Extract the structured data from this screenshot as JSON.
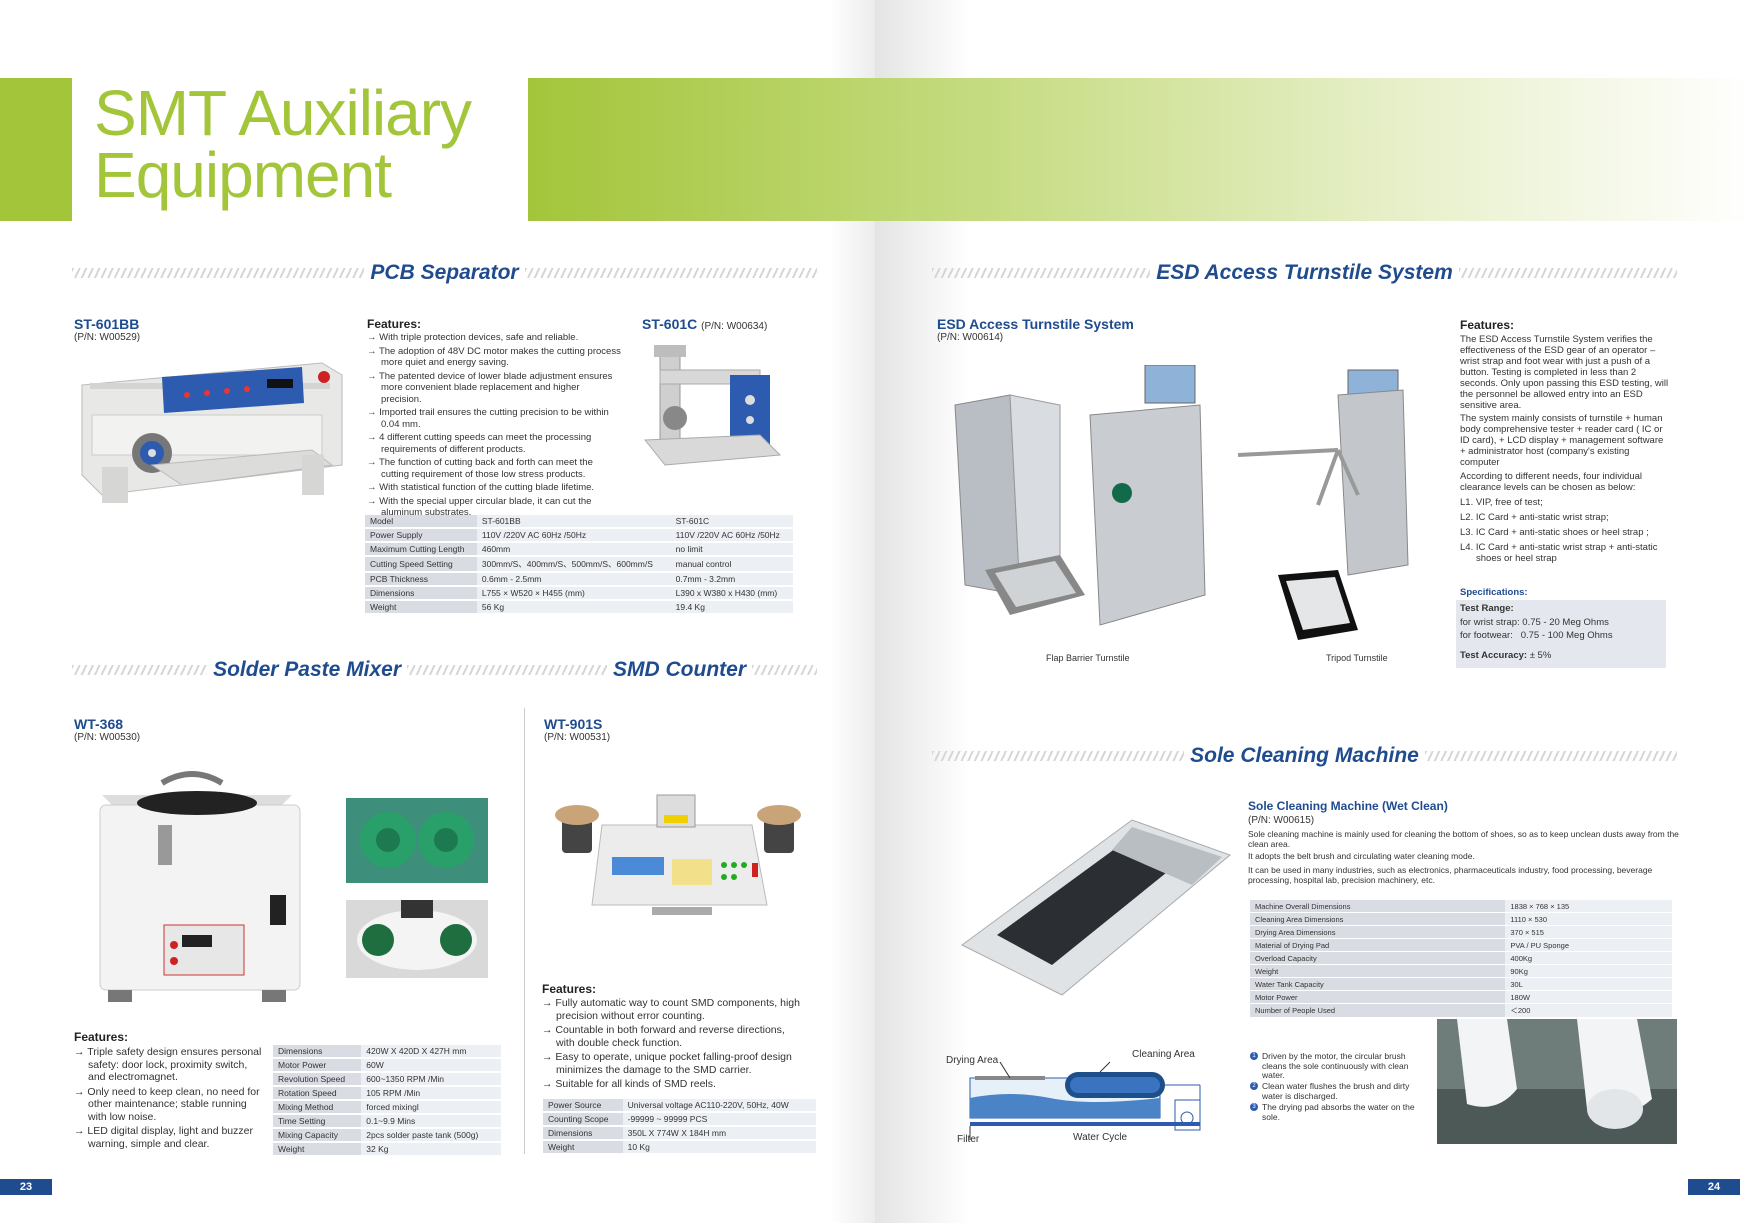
{
  "banner": {
    "title_line1": "SMT Auxiliary",
    "title_line2": "Equipment"
  },
  "page_numbers": {
    "left": "23",
    "right": "24"
  },
  "pcb_separator": {
    "section_title": "PCB Separator",
    "model_a": {
      "name": "ST-601BB",
      "pn": "(P/N: W00529)"
    },
    "model_b": {
      "name": "ST-601C",
      "pn": "(P/N: W00634)"
    },
    "features_title": "Features:",
    "features": [
      "With triple protection devices, safe and reliable.",
      "The adoption of 48V DC motor makes the cutting process more quiet and energy saving.",
      "The patented device of lower blade adjustment ensures more convenient blade replacement and higher precision.",
      "Imported trail ensures the cutting precision to be within 0.04 mm.",
      "4 different cutting speeds can meet the processing requirements of different products.",
      "The function of cutting back and forth can meet the cutting requirement of those low stress products.",
      "With statistical function of the cutting blade lifetime.",
      "With the special upper circular blade, it can cut the aluminum substrates."
    ],
    "spec_rows": [
      [
        "Model",
        "ST-601BB",
        "ST-601C"
      ],
      [
        "Power Supply",
        "110V /220V  AC 60Hz /50Hz",
        "110V /220V  AC 60Hz /50Hz"
      ],
      [
        "Maximum Cutting Length",
        "460mm",
        "no limit"
      ],
      [
        "Cutting Speed Setting",
        "300mm/S、400mm/S、500mm/S、600mm/S",
        "manual control"
      ],
      [
        "PCB Thickness",
        "0.6mm - 2.5mm",
        "0.7mm - 3.2mm"
      ],
      [
        "Dimensions",
        "L755 × W520 × H455 (mm)",
        "L390 x W380 x H430 (mm)"
      ],
      [
        "Weight",
        "56 Kg",
        "19.4 Kg"
      ]
    ]
  },
  "solder_paste_mixer": {
    "section_title": "Solder Paste Mixer",
    "model": {
      "name": "WT-368",
      "pn": "(P/N: W00530)"
    },
    "features_title": "Features:",
    "features": [
      "Triple safety design ensures personal safety: door lock, proximity switch, and electromagnet.",
      "Only need to keep clean, no need for other maintenance; stable running with low noise.",
      "LED digital display, light and buzzer warning, simple and clear."
    ],
    "spec_rows": [
      [
        "Dimensions",
        "420W X 420D X 427H mm"
      ],
      [
        "Motor Power",
        "60W"
      ],
      [
        "Revolution Speed",
        "600~1350 RPM /Min"
      ],
      [
        "Rotation Speed",
        "105 RPM /Min"
      ],
      [
        "Mixing Method",
        "forced mixingl"
      ],
      [
        "Time Setting",
        "0.1~9.9 Mins"
      ],
      [
        "Mixing Capacity",
        "2pcs  solder paste tank (500g)"
      ],
      [
        "Weight",
        "32 Kg"
      ]
    ]
  },
  "smd_counter": {
    "section_title": "SMD Counter",
    "model": {
      "name": "WT-901S",
      "pn": "(P/N: W00531)"
    },
    "features_title": "Features:",
    "features": [
      "Fully automatic way to count SMD components, high precision without error counting.",
      "Countable in both forward and reverse directions, with double check function.",
      "Easy to operate, unique pocket falling-proof design minimizes the damage to the SMD carrier.",
      "Suitable for all kinds of SMD reels."
    ],
    "spec_rows": [
      [
        "Power Source",
        "Universal voltage AC110-220V, 50Hz, 40W"
      ],
      [
        "Counting Scope",
        "-99999 ~ 99999 PCS"
      ],
      [
        "Dimensions",
        "350L X 774W X 184H mm"
      ],
      [
        "Weight",
        "10 Kg"
      ]
    ]
  },
  "esd_turnstile": {
    "section_title": "ESD Access Turnstile System",
    "model": {
      "name": "ESD Access Turnstile System",
      "pn": "(P/N: W00614)"
    },
    "caption_left": "Flap Barrier Turnstile",
    "caption_right": "Tripod Turnstile",
    "features_title": "Features:",
    "paragraphs": [
      "The ESD Access Turnstile System verifies the effectiveness of the ESD gear of an operator – wrist strap and foot wear with just a push of a button. Testing is completed in less than 2 seconds. Only upon passing this ESD testing, will the personnel be allowed entry into an ESD sensitive area.",
      "The system mainly consists of turnstile + human body comprehensive tester + reader card ( IC or ID card), + LCD display + management software + administrator host (company's existing computer",
      " According to different needs, four  individual clearance levels can be chosen as below:",
      "L1. VIP, free of test;",
      "L2. IC Card + anti-static wrist strap;",
      "L3. IC Card + anti-static shoes or heel strap ;",
      "L4. IC Card + anti-static wrist strap + anti-static shoes or heel strap"
    ],
    "spec_title": "Specifications:",
    "test_range_label": "Test Range:",
    "wrist": "for wrist strap: 0.75 - 20 Meg Ohms",
    "foot": "for footwear:   0.75 - 100 Meg Ohms",
    "accuracy_label": "Test Accuracy:",
    "accuracy_value": "± 5%"
  },
  "sole_cleaning": {
    "section_title": "Sole Cleaning Machine",
    "model": {
      "name": "Sole Cleaning Machine (Wet Clean)",
      "pn": "(P/N: W00615)"
    },
    "paragraphs": [
      "Sole cleaning machine is mainly used for cleaning the bottom of shoes, so as to keep unclean dusts away from the clean area.",
      "It adopts the belt brush and circulating water cleaning mode.",
      "It can be used in many industries, such as electronics, pharmaceuticals industry, food processing, beverage processing, hospital lab, precision machinery, etc."
    ],
    "spec_rows": [
      [
        "Machine Overall Dimensions",
        "1838 × 768 × 135"
      ],
      [
        "Cleaning Area Dimensions",
        "1110 × 530"
      ],
      [
        "Drying Area Dimensions",
        "370 × 515"
      ],
      [
        "Material of Drying Pad",
        "PVA / PU Sponge"
      ],
      [
        "Overload Capacity",
        "400Kg"
      ],
      [
        "Weight",
        "90Kg"
      ],
      [
        "Water Tank Capacity",
        "30L"
      ],
      [
        "Motor Power",
        "180W"
      ],
      [
        "Number of People Used",
        "＜200"
      ]
    ],
    "diagram": {
      "drying_area": "Drying Area",
      "cleaning_area": "Cleaning Area",
      "filter": "Filter",
      "water_cycle": "Water Cycle"
    },
    "steps": [
      {
        "num": "1",
        "text": "Driven by the motor, the circular brush cleans the sole continuously with clean water."
      },
      {
        "num": "2",
        "text": "Clean water flushes the brush and dirty water is discharged."
      },
      {
        "num": "3",
        "text": "The drying pad absorbs the water on the sole."
      }
    ]
  },
  "colors": {
    "accent_green": "#a3c53a",
    "brand_blue": "#1f4b8f"
  }
}
